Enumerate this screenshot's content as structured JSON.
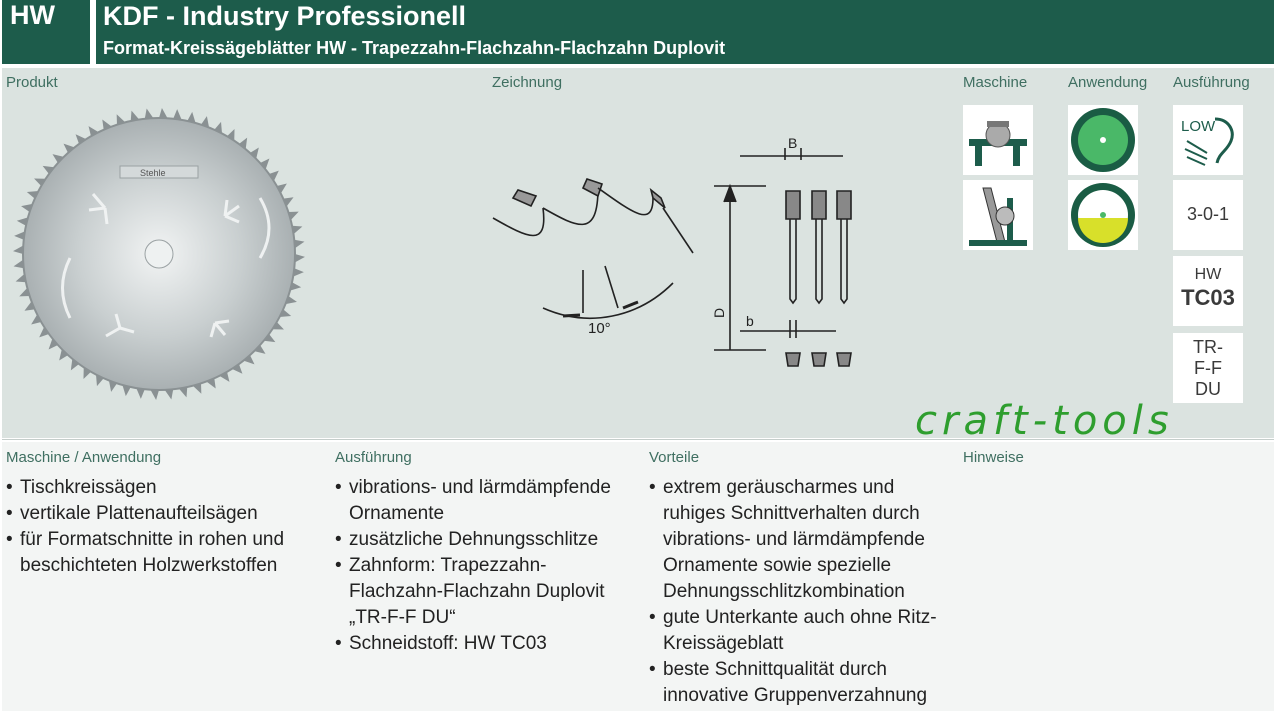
{
  "header": {
    "badge": "HW",
    "title": "KDF - Industry Professionell",
    "subtitle": "Format-Kreissägeblätter HW - Trapezzahn-Flachzahn-Flachzahn Duplovit"
  },
  "top": {
    "produkt_label": "Produkt",
    "zeichnung_label": "Zeichnung",
    "maschine_label": "Maschine",
    "anwendung_label": "Anwendung",
    "ausfuehrung_label": "Ausführung",
    "blade_brand": "Stehle",
    "drawing": {
      "b_upper": "B",
      "b_lower": "b",
      "d_label": "D",
      "angle": "10°"
    },
    "ausfuehrung_tiles": {
      "low": "LOW",
      "code": "3-0-1",
      "hw": "HW",
      "tc": "TC03",
      "tooth1": "TR-",
      "tooth2": "F-F",
      "tooth3": "DU"
    },
    "logo": "craft-tools",
    "colors": {
      "header_bg": "#1d5c4b",
      "panel_bg": "#dbe3e0",
      "accent_green": "#2e9e2e",
      "yellow": "#d8e02a"
    }
  },
  "bottom": {
    "maschine_anwendung_label": "Maschine / Anwendung",
    "ausfuehrung_label": "Ausführung",
    "vorteile_label": "Vorteile",
    "hinweise_label": "Hinweise",
    "maschine_items": [
      "Tischkreissägen",
      "vertikale Plattenaufteilsägen",
      "für Formatschnitte in rohen und beschichteten Holzwerkstoffen"
    ],
    "ausfuehrung_items": [
      "vibrations- und lärmdämpfende Ornamente",
      "zusätzliche Dehnungsschlitze",
      "Zahnform: Trapezzahn-Flachzahn-Flachzahn Duplovit „TR-F-F DU“",
      "Schneidstoff: HW TC03"
    ],
    "vorteile_items": [
      "extrem geräuscharmes und ruhiges Schnittverhalten durch vibrations- und lärmdämpfende Ornamente sowie spezielle Dehnungsschlitzkombination",
      "gute Unterkante auch ohne Ritz-Kreissägeblatt",
      "beste Schnittqualität durch innovative Gruppenverzahnung"
    ]
  }
}
